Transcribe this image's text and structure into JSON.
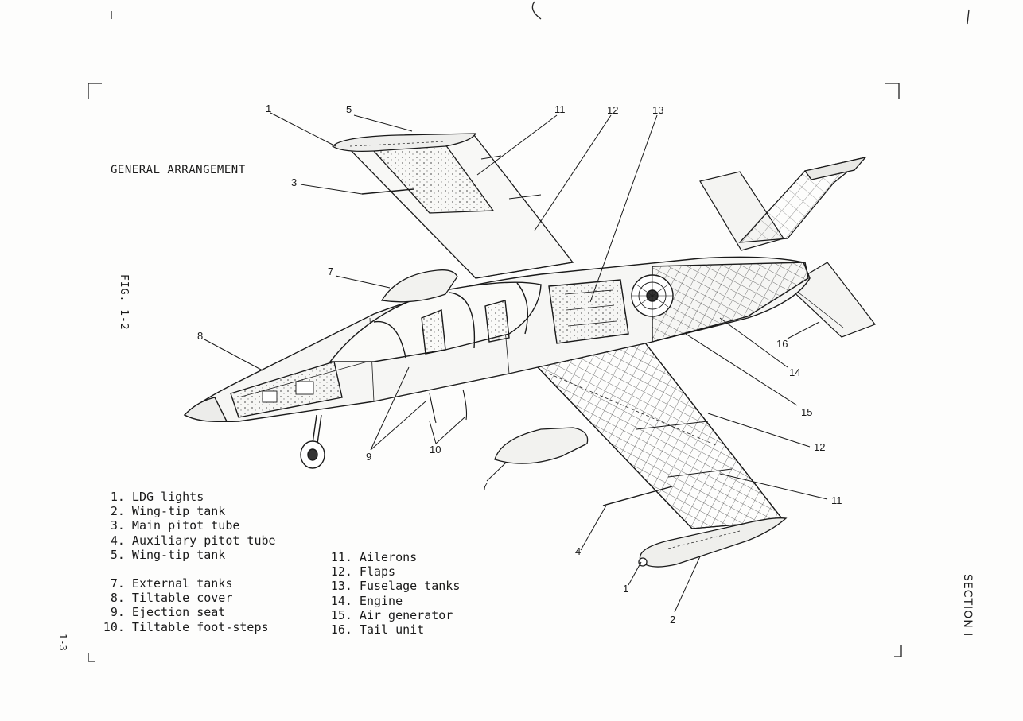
{
  "figure": {
    "title": "GENERAL ARRANGEMENT",
    "figure_label": "FIG. 1-2",
    "section_label": "SECTION I",
    "page_number": "1-3"
  },
  "legend": {
    "left_items": [
      {
        "number": "1.",
        "label": "LDG lights"
      },
      {
        "number": "2.",
        "label": "Wing-tip tank"
      },
      {
        "number": "3.",
        "label": "Main pitot tube"
      },
      {
        "number": "4.",
        "label": "Auxiliary pitot tube"
      },
      {
        "number": "5.",
        "label": "Wing-tip tank"
      },
      {
        "number": "7.",
        "label": "External tanks"
      },
      {
        "number": "8.",
        "label": "Tiltable cover"
      },
      {
        "number": "9.",
        "label": "Ejection seat"
      },
      {
        "number": "10.",
        "label": "Tiltable foot-steps"
      }
    ],
    "right_items": [
      {
        "number": "11.",
        "label": "Ailerons"
      },
      {
        "number": "12.",
        "label": "Flaps"
      },
      {
        "number": "13.",
        "label": "Fuselage tanks"
      },
      {
        "number": "14.",
        "label": "Engine"
      },
      {
        "number": "15.",
        "label": "Air generator"
      },
      {
        "number": "16.",
        "label": "Tail unit"
      }
    ]
  },
  "callouts": [
    "1",
    "5",
    "11",
    "12",
    "13",
    "3",
    "7",
    "8",
    "16",
    "14",
    "15",
    "9",
    "10",
    "12",
    "7",
    "11",
    "4",
    "1",
    "2"
  ]
}
